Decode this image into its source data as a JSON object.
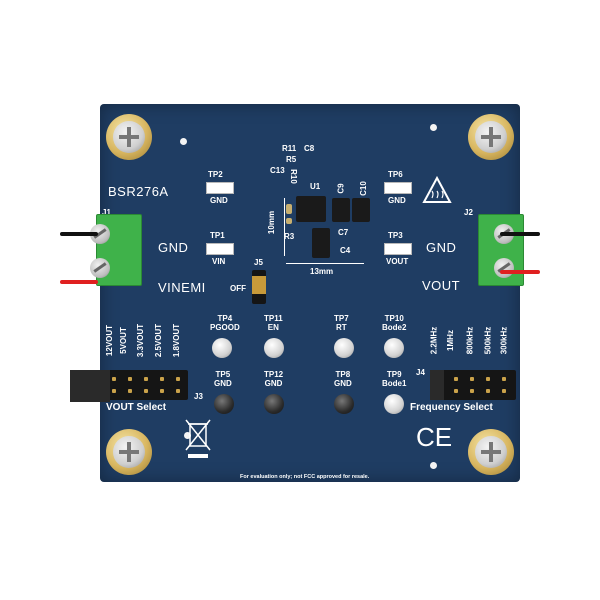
{
  "board": {
    "part_number": "BSR276A",
    "designators": {
      "j1": "J1",
      "j2": "J2",
      "j3": "J3",
      "j4": "J4",
      "j5": "J5",
      "u1": "U1",
      "r11": "R11",
      "c8": "C8",
      "r5": "R5",
      "c13": "C13",
      "r10": "R10",
      "c9": "C9",
      "c10": "C10",
      "r3": "R3",
      "c7": "C7",
      "c4": "C4"
    },
    "dimensions": {
      "height": "10mm",
      "width": "13mm"
    },
    "left_terminal": {
      "gnd": "GND",
      "vin": "VINEMI"
    },
    "right_terminal": {
      "gnd": "GND",
      "vout": "VOUT"
    },
    "switch_label": "OFF",
    "test_points_top": [
      {
        "id": "TP2",
        "name": "GND"
      },
      {
        "id": "TP1",
        "name": "VIN"
      },
      {
        "id": "TP6",
        "name": "GND"
      },
      {
        "id": "TP3",
        "name": "VOUT"
      }
    ],
    "test_points_mid": [
      {
        "id": "TP4",
        "name": "PGOOD"
      },
      {
        "id": "TP11",
        "name": "EN"
      },
      {
        "id": "TP7",
        "name": "RT"
      },
      {
        "id": "TP10",
        "name": "Bode2"
      }
    ],
    "test_points_low": [
      {
        "id": "TP5",
        "name": "GND"
      },
      {
        "id": "TP12",
        "name": "GND"
      },
      {
        "id": "TP8",
        "name": "GND"
      },
      {
        "id": "TP9",
        "name": "Bode1"
      }
    ],
    "vout_options": [
      "12VOUT",
      "5VOUT",
      "3.3VOUT",
      "2.5VOUT",
      "1.8VOUT"
    ],
    "vout_select_label": "VOUT Select",
    "freq_options": [
      "2.2MHz",
      "1MHz",
      "800kHz",
      "500kHz",
      "300kHz"
    ],
    "freq_select_label": "Frequency Select",
    "ce_mark": "CE",
    "disclaimer": "For evaluation only; not FCC approved for resale."
  },
  "colors": {
    "pcb": "#1f3d63",
    "terminal": "#3fb24a",
    "wire_black": "#111111",
    "wire_red": "#e02020",
    "silkscreen": "#ffffff"
  },
  "icons": [
    "hot-surface-warning-icon",
    "weee-bin-icon",
    "ce-mark-icon"
  ]
}
